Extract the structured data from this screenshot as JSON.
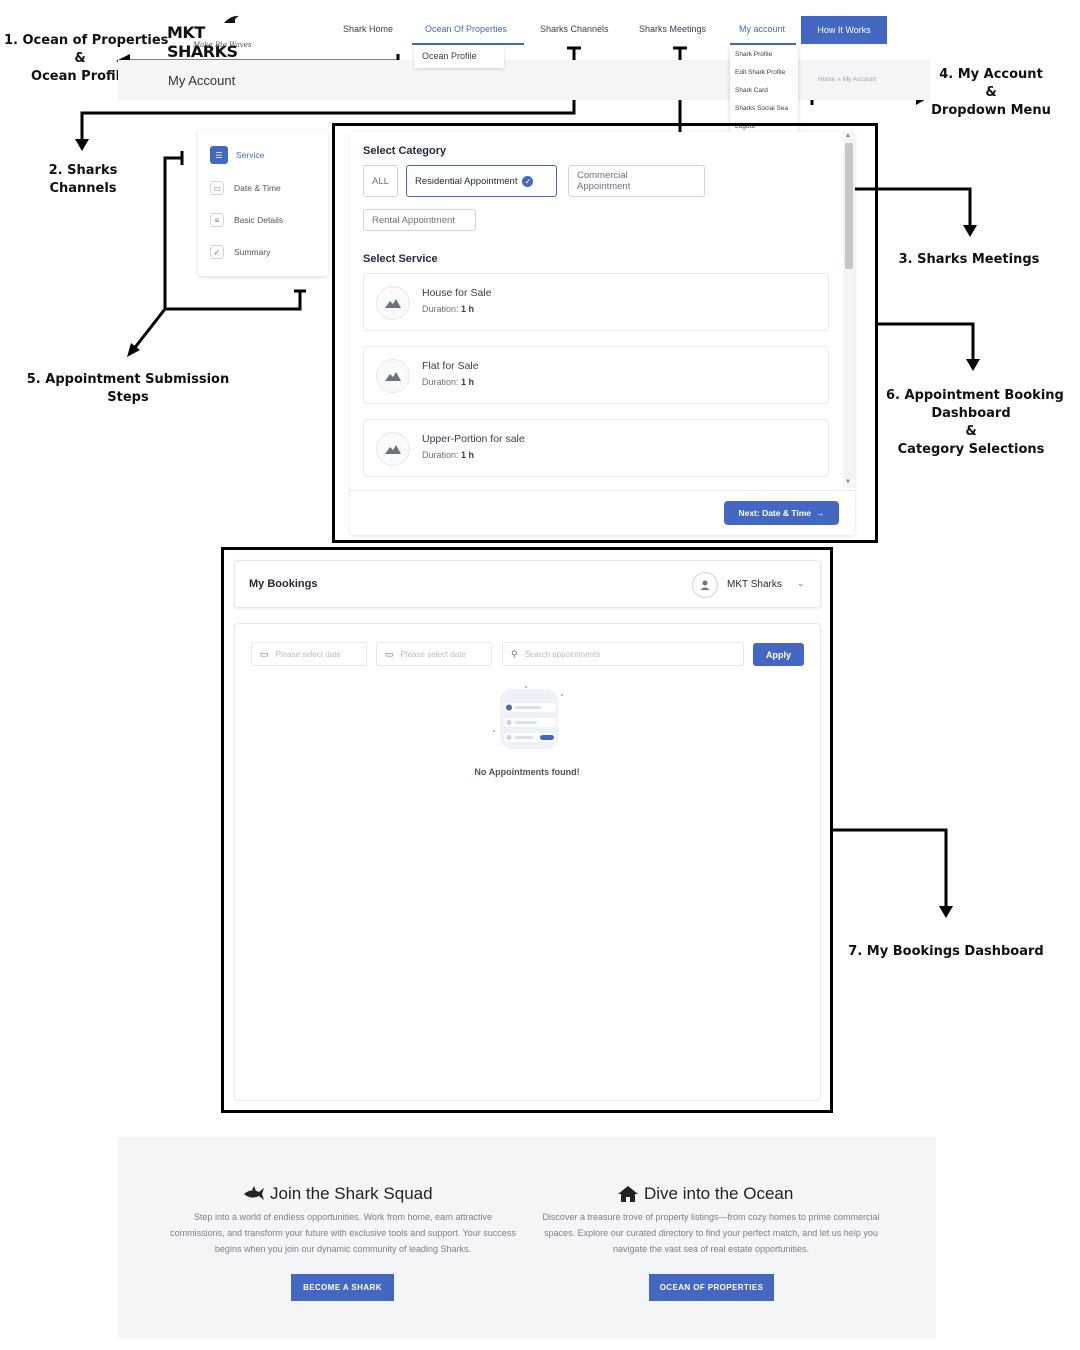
{
  "annotations": {
    "a1": [
      "1. Ocean of Properties",
      "&",
      "Ocean Profile"
    ],
    "a2": "2. Sharks Channels",
    "a3": "3. Sharks Meetings",
    "a4": [
      "4. My Account",
      "&",
      "Dropdown Menu"
    ],
    "a5": "5. Appointment Submission Steps",
    "a6": [
      "6. Appointment Booking",
      "Dashboard",
      "&",
      "Category Selections"
    ],
    "a7": "7. My Bookings Dashboard"
  },
  "brand": {
    "name": "MKT SHARKS",
    "tagline": "Make Big Waves",
    "accent": "#4468c2"
  },
  "nav": {
    "items": [
      "Shark Home",
      "Ocean Of Properties",
      "Sharks Channels",
      "Sharks Meetings",
      "My account"
    ],
    "cta": "How It Works",
    "ocean_submenu": "Ocean Profile",
    "account_menu": [
      "Shark Profile",
      "Edit Shark Profile",
      "Shark Card",
      "Sharks Social Sea",
      "Logout"
    ]
  },
  "page": {
    "title": "My Account",
    "breadcrumb": "Home  »  My Account"
  },
  "steps": [
    "Service",
    "Date & Time",
    "Basic Details",
    "Summary"
  ],
  "booking": {
    "category_title": "Select Category",
    "categories": [
      "ALL",
      "Residential Appointment",
      "Commercial Appointment",
      "Rental Appointment"
    ],
    "commercial_line1": "Commercial",
    "commercial_line2": "Appointment",
    "selected_category": "Residential Appointment",
    "service_title": "Select Service",
    "duration_label": "Duration:",
    "services": [
      {
        "name": "House for Sale",
        "duration": "1 h"
      },
      {
        "name": "Flat for Sale",
        "duration": "1 h"
      },
      {
        "name": "Upper-Portion for sale",
        "duration": "1 h"
      }
    ],
    "next_button": "Next: Date & Time"
  },
  "bookings": {
    "title": "My Bookings",
    "user": "MKT Sharks",
    "date_placeholder_1": "Please select date",
    "date_placeholder_2": "Please select date",
    "search_placeholder": "Search appointments",
    "apply": "Apply",
    "empty": "No Appointments found!"
  },
  "promo": {
    "left": {
      "title": "Join the Shark Squad",
      "text": "Step into a world of endless opportunities. Work from home, earn attractive commissions, and transform your future with exclusive tools and support. Your success begins when you join our dynamic community of leading Sharks.",
      "button": "BECOME A SHARK",
      "icon": "shark-icon"
    },
    "right": {
      "title": "Dive into the Ocean",
      "text": "Discover a treasure trove of property listings—from cozy homes to prime commercial spaces. Explore our curated directory to find your perfect match, and let us help you navigate the vast sea of real estate opportunities.",
      "button": "OCEAN OF PROPERTIES",
      "icon": "house-icon"
    }
  }
}
